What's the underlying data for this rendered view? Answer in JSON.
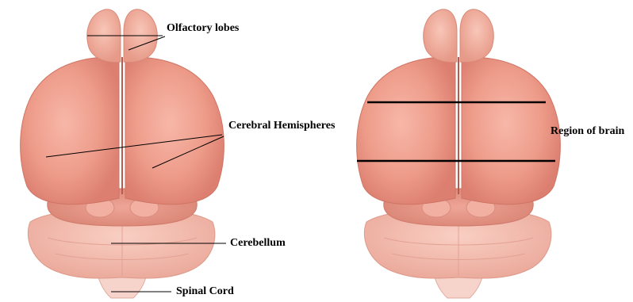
{
  "labels": {
    "olfactory": "Olfactory lobes",
    "cerebral": "Cerebral Hemispheres",
    "cerebellum": "Cerebellum",
    "spinal": "Spinal Cord",
    "region": "Region of brain"
  },
  "colors": {
    "tissue_light": "#f6c3b5",
    "tissue_mid": "#ee9f8d",
    "tissue_dark": "#d9786a",
    "outline": "#c8695c",
    "line": "#000000"
  }
}
